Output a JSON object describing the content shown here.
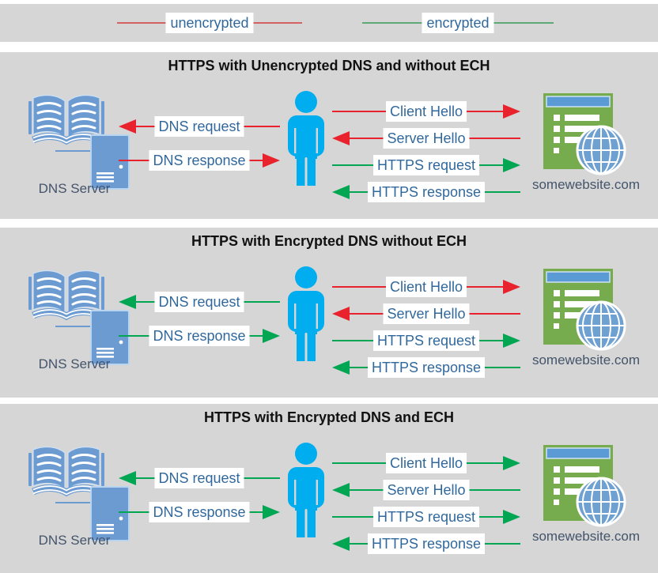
{
  "legend": {
    "unencrypted_label": "unencrypted",
    "encrypted_label": "encrypted"
  },
  "shared": {
    "dns_server_label": "DNS Server",
    "website_label": "somewebsite.com"
  },
  "colors": {
    "unencrypted_arrow": "#e8232d",
    "encrypted_arrow": "#00a651",
    "panel_background": "#d6d6d6",
    "label_text": "#31689c",
    "caption_text": "#44546a",
    "person_blue": "#00aeef",
    "icon_steel_blue": "#6c9bd2",
    "website_green": "#76ab4e"
  },
  "panels": [
    {
      "title": "HTTPS with Unencrypted DNS and without ECH",
      "arrows": {
        "dns_request": {
          "label": "DNS request",
          "color": "red",
          "dir": "left"
        },
        "dns_response": {
          "label": "DNS response",
          "color": "red",
          "dir": "right"
        },
        "client_hello": {
          "label": "Client Hello",
          "color": "red",
          "dir": "right"
        },
        "server_hello": {
          "label": "Server Hello",
          "color": "red",
          "dir": "left"
        },
        "https_request": {
          "label": "HTTPS request",
          "color": "green",
          "dir": "right"
        },
        "https_response": {
          "label": "HTTPS response",
          "color": "green",
          "dir": "left"
        }
      }
    },
    {
      "title": "HTTPS with Encrypted DNS without ECH",
      "arrows": {
        "dns_request": {
          "label": "DNS request",
          "color": "green",
          "dir": "left"
        },
        "dns_response": {
          "label": "DNS response",
          "color": "green",
          "dir": "right"
        },
        "client_hello": {
          "label": "Client Hello",
          "color": "red",
          "dir": "right"
        },
        "server_hello": {
          "label": "Server Hello",
          "color": "red",
          "dir": "left"
        },
        "https_request": {
          "label": "HTTPS request",
          "color": "green",
          "dir": "right"
        },
        "https_response": {
          "label": "HTTPS response",
          "color": "green",
          "dir": "left"
        }
      }
    },
    {
      "title": "HTTPS with Encrypted DNS and ECH",
      "arrows": {
        "dns_request": {
          "label": "DNS request",
          "color": "green",
          "dir": "left"
        },
        "dns_response": {
          "label": "DNS response",
          "color": "green",
          "dir": "right"
        },
        "client_hello": {
          "label": "Client Hello",
          "color": "green",
          "dir": "right"
        },
        "server_hello": {
          "label": "Server Hello",
          "color": "green",
          "dir": "left"
        },
        "https_request": {
          "label": "HTTPS request",
          "color": "green",
          "dir": "right"
        },
        "https_response": {
          "label": "HTTPS response",
          "color": "green",
          "dir": "left"
        }
      }
    }
  ]
}
